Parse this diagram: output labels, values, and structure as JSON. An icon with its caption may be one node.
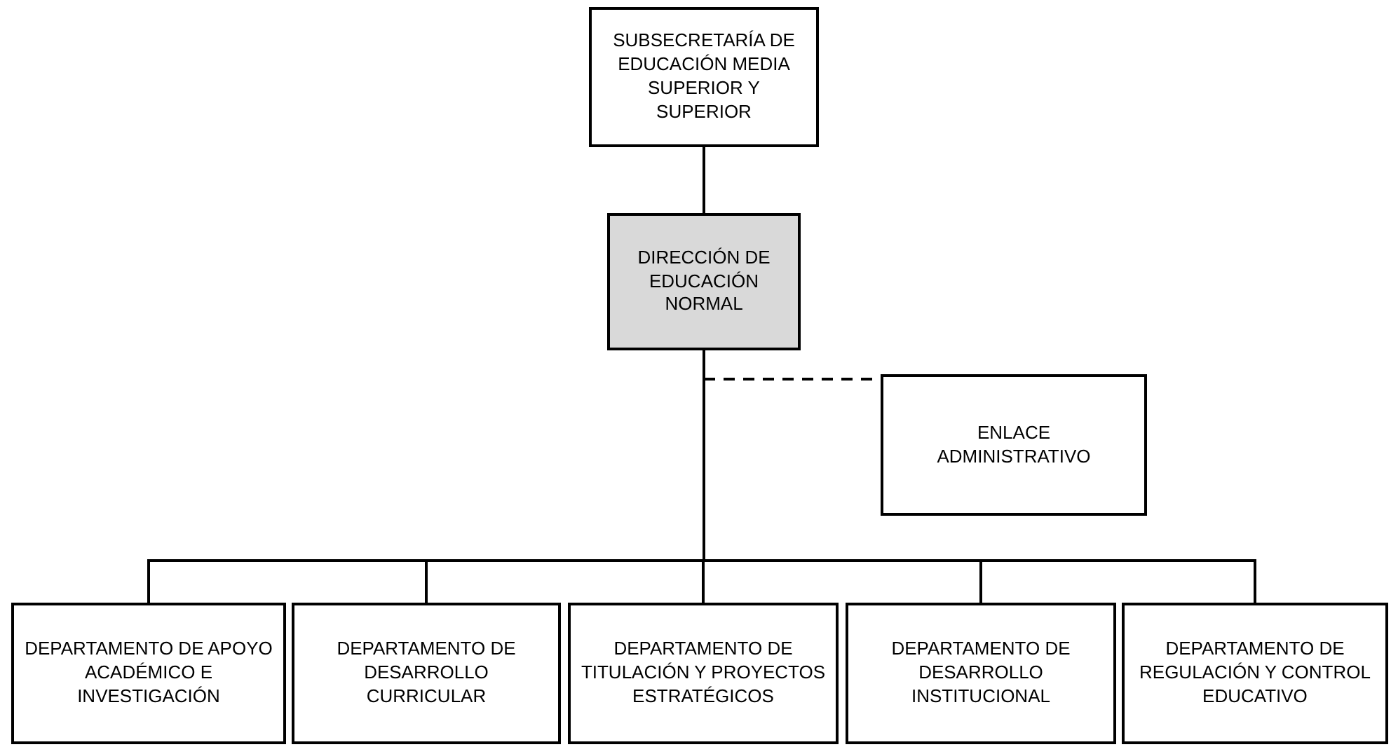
{
  "diagram": {
    "nodes": [
      {
        "text": [
          "SUBSECRETARÍA DE EDUCACIÓN MEDIA SUPERIOR Y SUPERIOR"
        ]
      },
      {
        "text": [
          "DIRECCIÓN DE EDUCACIÓN NORMAL"
        ]
      },
      {
        "text": [
          "ENLACE ADMINISTRATIVO"
        ]
      },
      {
        "text": [
          "DEPARTAMENTO DE APOYO ACADÉMICO E INVESTIGACIÓN"
        ]
      },
      {
        "text": [
          "DEPARTAMENTO DE DESARROLLO CURRICULAR"
        ]
      },
      {
        "text": [
          "DEPARTAMENTO DE TITULACIÓN Y PROYECTOS ESTRATÉGICOS"
        ]
      },
      {
        "text": [
          "DEPARTAMENTO DE DESARROLLO INSTITUCIONAL"
        ]
      },
      {
        "text": [
          "DEPARTAMENTO DE REGULACIÓN Y CONTROL EDUCATIVO"
        ]
      }
    ],
    "edges": [
      {
        "from": 0,
        "to": 1,
        "arrow": "none"
      },
      {
        "from": 1,
        "to": 2,
        "arrow": "none",
        "style": "dashed"
      },
      {
        "from": 1,
        "to": 3,
        "arrow": "none"
      },
      {
        "from": 1,
        "to": 4,
        "arrow": "none"
      },
      {
        "from": 1,
        "to": 5,
        "arrow": "none"
      },
      {
        "from": 1,
        "to": 6,
        "arrow": "none"
      },
      {
        "from": 1,
        "to": 7,
        "arrow": "none"
      }
    ]
  }
}
